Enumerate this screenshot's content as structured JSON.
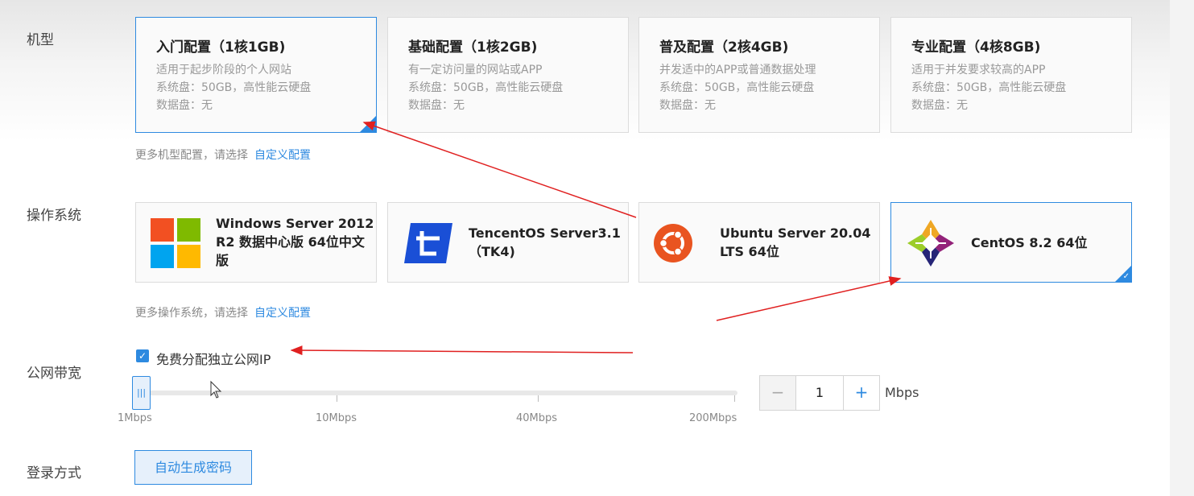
{
  "labels": {
    "instance_type": "机型",
    "os": "操作系统",
    "bandwidth": "公网带宽",
    "login": "登录方式"
  },
  "specs": [
    {
      "title": "入门配置（1核1GB)",
      "desc": "适用于起步阶段的个人网站",
      "system_disk": "系统盘：50GB，高性能云硬盘",
      "data_disk": "数据盘：无",
      "selected": true
    },
    {
      "title": "基础配置（1核2GB)",
      "desc": "有一定访问量的网站或APP",
      "system_disk": "系统盘：50GB，高性能云硬盘",
      "data_disk": "数据盘：无",
      "selected": false
    },
    {
      "title": "普及配置（2核4GB)",
      "desc": "并发适中的APP或普通数据处理",
      "system_disk": "系统盘：50GB，高性能云硬盘",
      "data_disk": "数据盘：无",
      "selected": false
    },
    {
      "title": "专业配置（4核8GB)",
      "desc": "适用于并发要求较高的APP",
      "system_disk": "系统盘：50GB，高性能云硬盘",
      "data_disk": "数据盘：无",
      "selected": false
    }
  ],
  "spec_hint": {
    "text": "更多机型配置，请选择",
    "link": "自定义配置"
  },
  "os_options": [
    {
      "line1": "Windows Server 2012",
      "line2": "R2 数据中心版 64位中文",
      "line3": "版",
      "icon": "windows-icon",
      "selected": false
    },
    {
      "line1": "TencentOS Server3.1",
      "line2": "（TK4)",
      "icon": "tencentos-icon",
      "selected": false
    },
    {
      "line1": "Ubuntu Server 20.04",
      "line2": "LTS 64位",
      "icon": "ubuntu-icon",
      "selected": false
    },
    {
      "line1": "CentOS 8.2 64位",
      "icon": "centos-icon",
      "selected": true
    }
  ],
  "os_hint": {
    "text": "更多操作系统，请选择",
    "link": "自定义配置"
  },
  "bandwidth": {
    "checkbox_label": "免费分配独立公网IP",
    "checked": true,
    "ticks": [
      "1Mbps",
      "10Mbps",
      "40Mbps",
      "200Mbps"
    ],
    "value": "1",
    "unit": "Mbps",
    "minus": "−",
    "plus": "+"
  },
  "login": {
    "button": "自动生成密码"
  },
  "colors": {
    "accent": "#2e8ae0",
    "annotation": "#e02020"
  }
}
